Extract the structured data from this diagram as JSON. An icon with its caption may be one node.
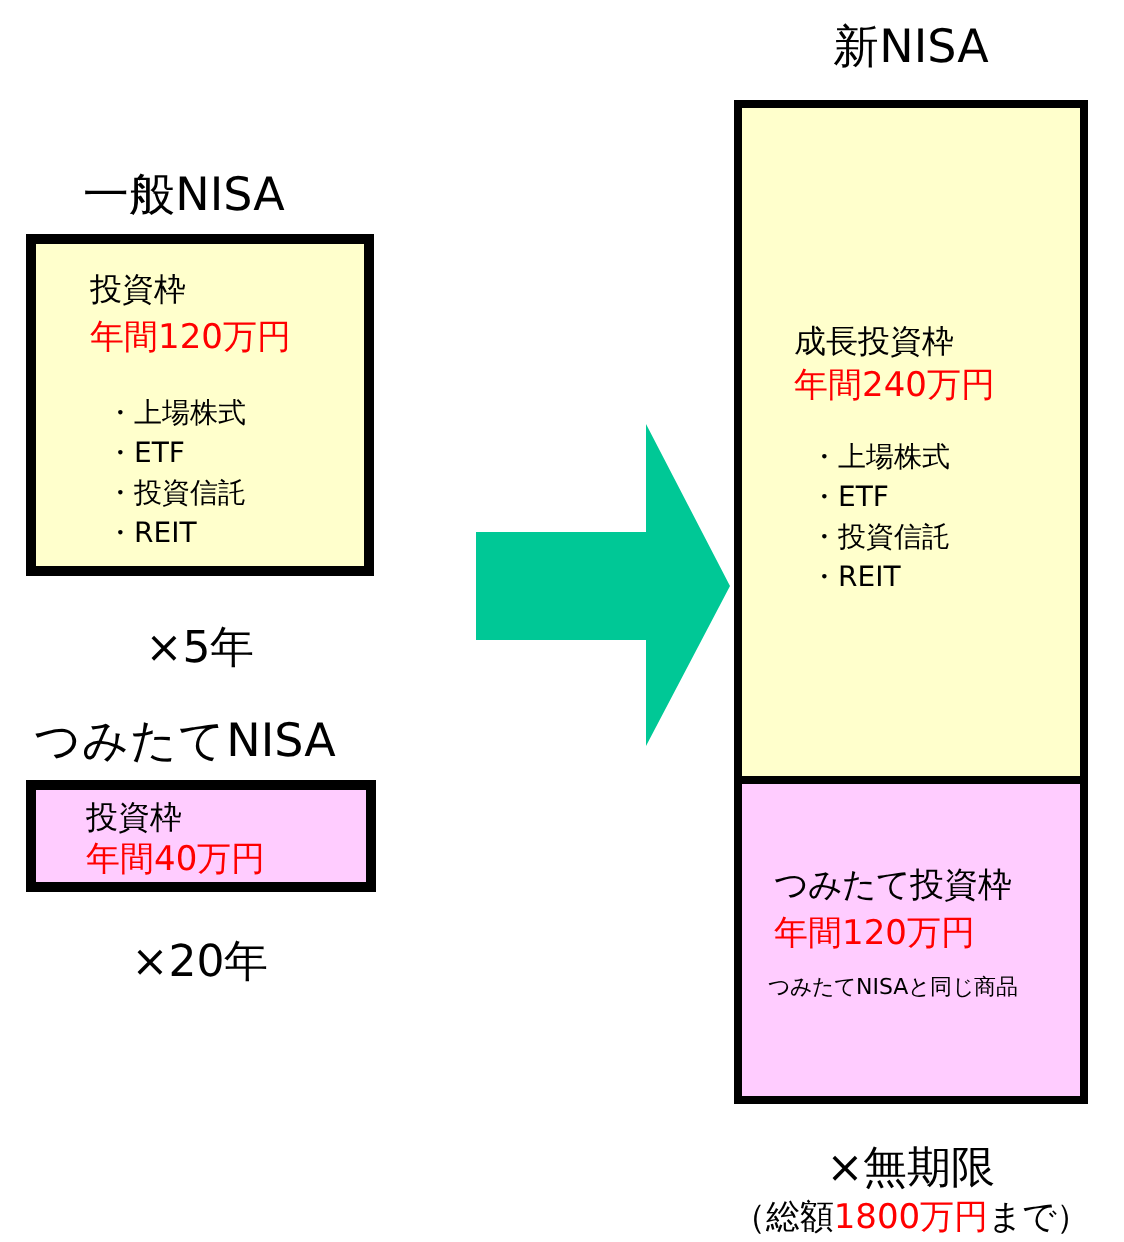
{
  "diagram": {
    "nodes": [
      {
        "text": [
          "一般NISA",
          "投資枠",
          "年間120万円",
          "・上場株式",
          "・ETF",
          "・投資信託",
          "・REIT"
        ],
        "beside": [
          "×5年"
        ]
      },
      {
        "text": [
          "つみたてNISA",
          "投資枠",
          "年間40万円"
        ],
        "beside": [
          "×20年"
        ]
      },
      {
        "text": [
          "新NISA"
        ],
        "beside": [
          "×無期限",
          "（総額**1800万円**まで）"
        ]
      },
      {
        "text": [
          "成長投資枠",
          "年間240万円",
          "・上場株式",
          "・ETF",
          "・投資信託",
          "・REIT"
        ],
        "in": 2
      },
      {
        "text": [
          "つみたて投資枠",
          "年間120万円",
          "つみたてNISAと同じ商品"
        ],
        "in": 2
      }
    ],
    "edges": [
      {
        "from": null,
        "to": 2,
        "arrow": "to",
        "color": "#00c896"
      }
    ]
  }
}
